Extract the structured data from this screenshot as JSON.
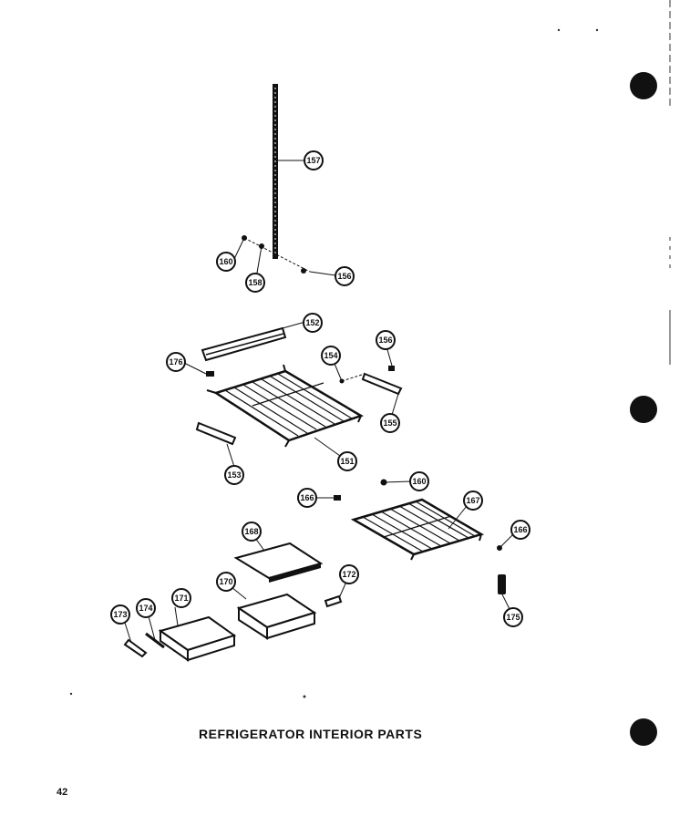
{
  "caption": "REFRIGERATOR INTERIOR PARTS",
  "page_number": "42",
  "callouts": [
    "157",
    "160",
    "158",
    "156",
    "152",
    "176",
    "154",
    "156",
    "151",
    "155",
    "153",
    "160",
    "166",
    "167",
    "168",
    "166",
    "170",
    "172",
    "171",
    "174",
    "173",
    "175"
  ],
  "colors": {
    "ink": "#111111",
    "paper": "#ffffff"
  }
}
